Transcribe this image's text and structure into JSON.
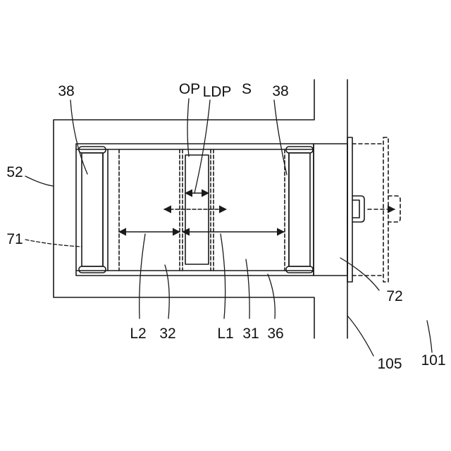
{
  "figure": {
    "stroke_color": "#1a1a1a",
    "labels": {
      "n38_left": "38",
      "n38_right": "38",
      "op": "OP",
      "ldp": "LDP",
      "s": "S",
      "n52": "52",
      "n71": "71",
      "n72": "72",
      "l2": "L2",
      "n32": "32",
      "l1": "L1",
      "n31": "31",
      "n36": "36",
      "n105": "105",
      "n101": "101"
    }
  }
}
